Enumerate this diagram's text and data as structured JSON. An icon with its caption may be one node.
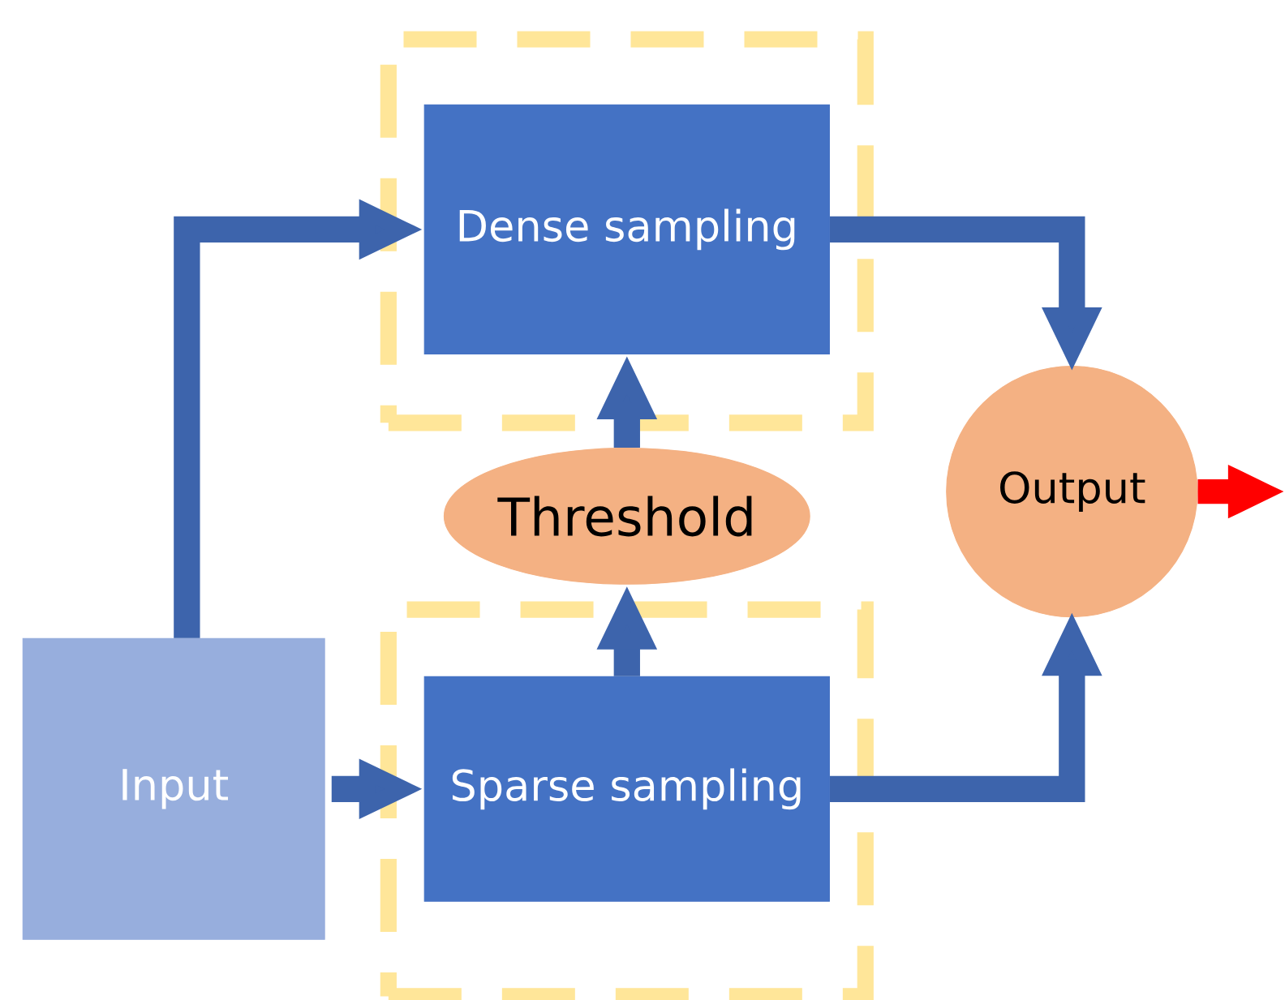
{
  "diagram": {
    "nodes": [
      {
        "text": [],
        "shape": "box"
      },
      {
        "text": [
          "Dense sampling"
        ],
        "in": 0
      },
      {
        "text": [],
        "shape": "box"
      },
      {
        "text": [
          "Sparse sampling"
        ],
        "in": 2
      },
      {
        "text": [
          "Input"
        ]
      },
      {
        "text": [
          "Threshold"
        ]
      },
      {
        "text": [
          "Output"
        ]
      }
    ],
    "edges": [
      {
        "from": 4,
        "to": 1,
        "arrow": "to"
      },
      {
        "from": 4,
        "to": 3,
        "arrow": "to"
      },
      {
        "from": 3,
        "to": 5,
        "arrow": "to"
      },
      {
        "from": 5,
        "to": 1,
        "arrow": "to"
      },
      {
        "from": 1,
        "to": 6,
        "arrow": "to"
      },
      {
        "from": 3,
        "to": 6,
        "arrow": "to"
      },
      {
        "from": 6,
        "to": null,
        "arrow": "to",
        "color": "#ff0000"
      }
    ]
  }
}
